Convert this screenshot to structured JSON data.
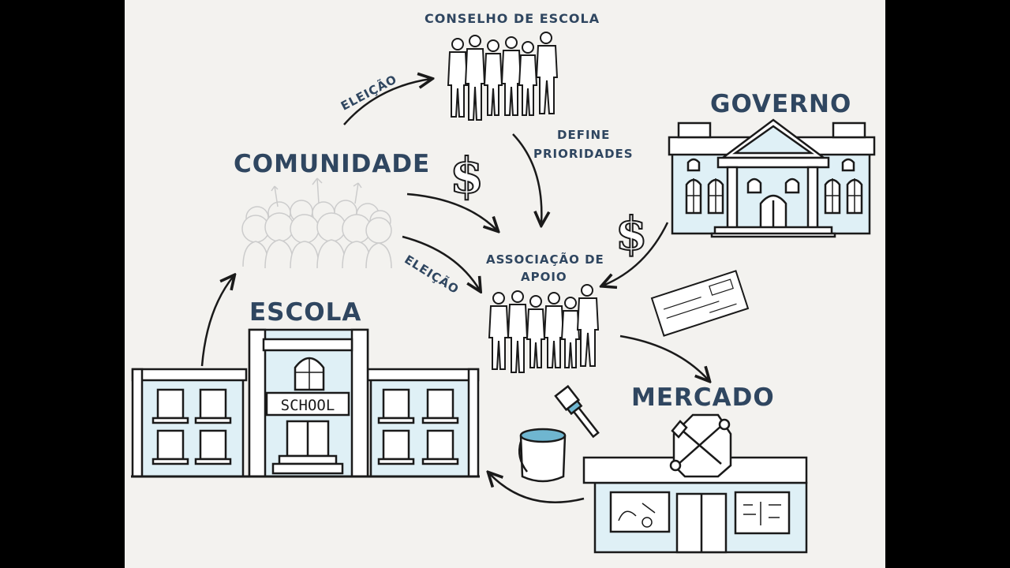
{
  "labels": {
    "conselho": "CONSELHO DE ESCOLA",
    "governo": "GOVERNO",
    "comunidade": "COMUNIDADE",
    "define_line1": "DEFINE",
    "define_line2": "PRIORIDADES",
    "eleicao_top": "ELEIÇÃO",
    "eleicao_mid": "ELEIÇÃO",
    "associacao_line1": "ASSOCIAÇÃO DE",
    "associacao_line2": "APOIO",
    "escola": "ESCOLA",
    "mercado": "MERCADO",
    "school_sign": "SCHOOL"
  },
  "symbols": {
    "dollar": "$"
  },
  "colors": {
    "ink": "#1a1a1a",
    "label": "#2f4660",
    "accent": "#6fb6d0",
    "background": "#f3f2ef",
    "frame": "#000000"
  },
  "icons": [
    "people-group-icon",
    "crowd-icon",
    "government-building-icon",
    "school-building-icon",
    "market-store-icon",
    "dollar-icon",
    "check-icon",
    "paint-bucket-icon",
    "paint-brush-icon",
    "tools-icon",
    "arrow-icon"
  ]
}
